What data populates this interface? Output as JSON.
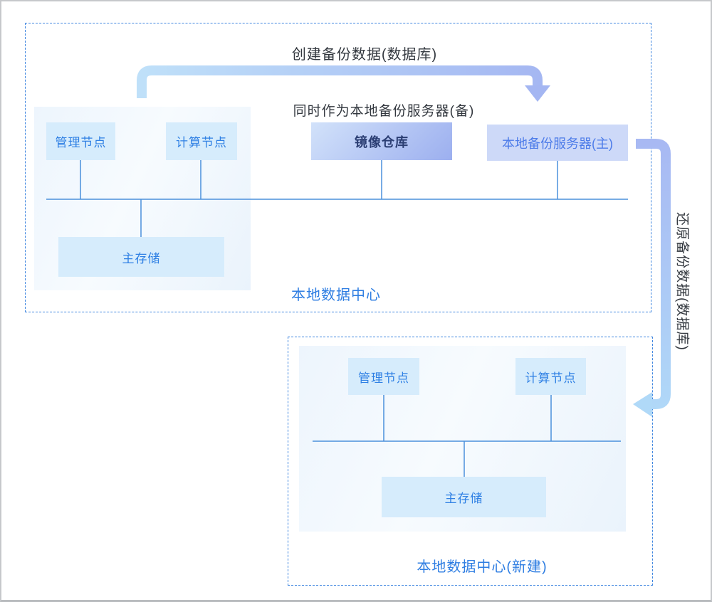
{
  "colors": {
    "frame-border": "#c6c8cb",
    "dashed-border": "#3f86e0",
    "line-blue": "#4a90dc",
    "panel-bg": "#eff6fd",
    "node-bg": "#d6ecfc",
    "node-text": "#2f80e4",
    "mirror-grad-start": "#d2e2fa",
    "mirror-grad-end": "#9cafef",
    "mirror-text": "#2b3e73",
    "backup-bg": "#cdd9f8",
    "backup-text": "#4d7ce9",
    "arrow1-start": "#bfe0f9",
    "arrow1-end": "#a4b6f2",
    "arrow2-start": "#a8b9f3",
    "arrow2-end": "#b0d9f8",
    "dc-title-text": "#2f7ee2",
    "dark-text": "#33383f"
  },
  "annotations": {
    "create_backup": "创建备份数据(数据库)",
    "mirror_note": "同时作为本地备份服务器(备)",
    "restore_backup": "还原备份数据(数据库)"
  },
  "local_datacenter": {
    "title": "本地数据中心",
    "nodes": {
      "management": "管理节点",
      "compute": "计算节点",
      "mirror_repo": "镜像仓库",
      "backup_server_primary": "本地备份服务器(主)",
      "primary_storage": "主存储"
    }
  },
  "new_datacenter": {
    "title": "本地数据中心(新建)",
    "nodes": {
      "management": "管理节点",
      "compute": "计算节点",
      "primary_storage": "主存储"
    }
  }
}
